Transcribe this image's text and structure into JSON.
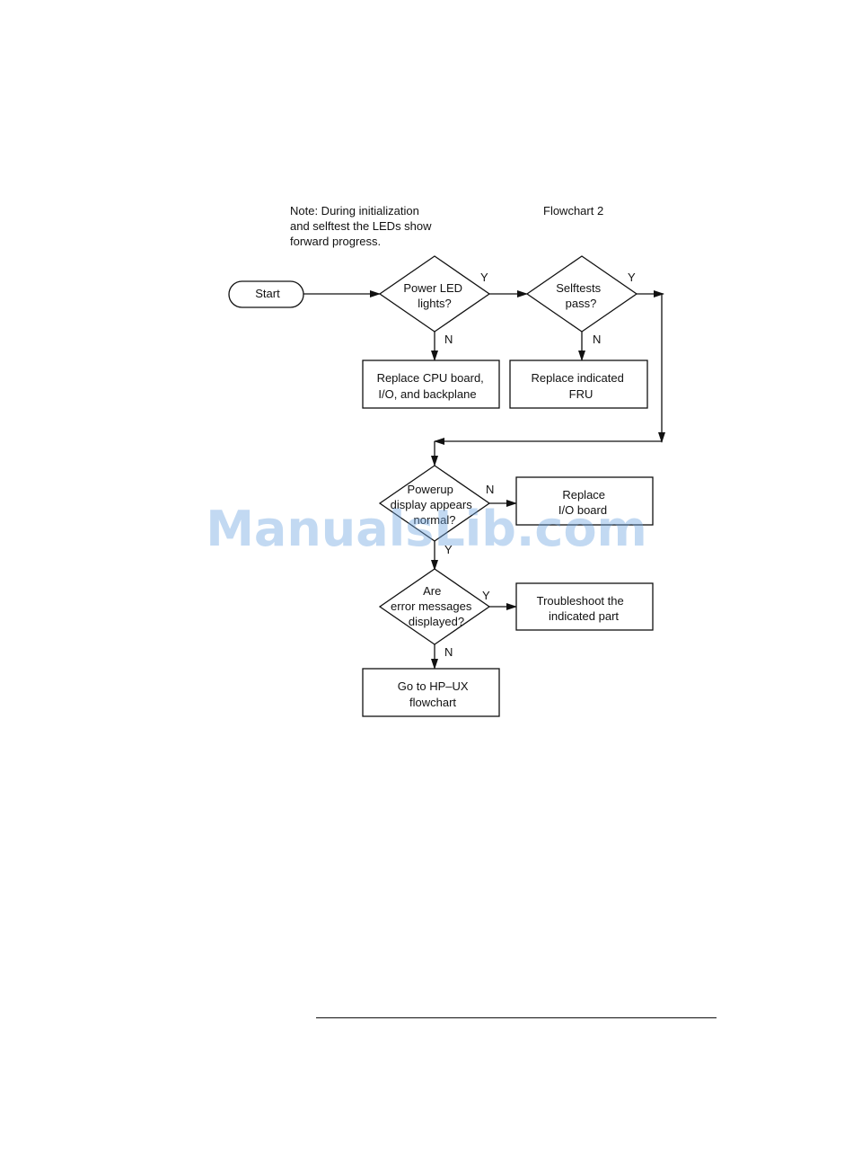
{
  "note": {
    "lines": [
      "Note: During initialization",
      "and selftest the LEDs show",
      "forward progress."
    ]
  },
  "title": "Flowchart 2",
  "nodes": {
    "start": {
      "lines": [
        "Start"
      ]
    },
    "power_led": {
      "lines": [
        "Power LED",
        "lights?"
      ]
    },
    "selftests": {
      "lines": [
        "Selftests",
        "pass?"
      ]
    },
    "replace_cpu": {
      "lines": [
        "Replace CPU board,",
        "I/O, and backplane"
      ]
    },
    "replace_fru": {
      "lines": [
        "Replace indicated",
        "FRU"
      ]
    },
    "powerup_display": {
      "lines": [
        "Powerup",
        "display appears",
        "normal?"
      ]
    },
    "replace_io": {
      "lines": [
        "Replace",
        "I/O board"
      ]
    },
    "error_messages": {
      "lines": [
        "Are",
        "error messages",
        "displayed?"
      ]
    },
    "troubleshoot": {
      "lines": [
        "Troubleshoot the",
        "indicated part"
      ]
    },
    "hpux": {
      "lines": [
        "Go to HP–UX",
        "flowchart"
      ]
    }
  },
  "edge_labels": {
    "power_yes": "Y",
    "power_no": "N",
    "selftests_yes": "Y",
    "selftests_no": "N",
    "powerup_no": "N",
    "powerup_yes": "Y",
    "errors_yes": "Y",
    "errors_no": "N"
  },
  "watermark": "ManualsLib.com",
  "colors": {
    "line": "#111111",
    "watermark": "#6ea5e1"
  }
}
